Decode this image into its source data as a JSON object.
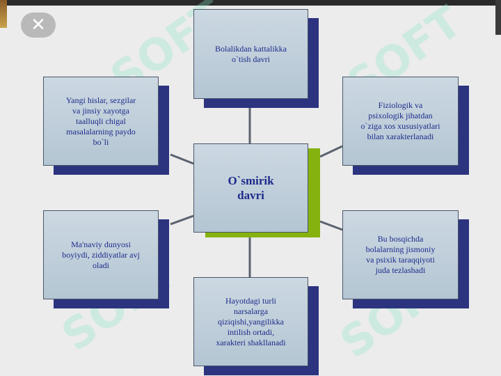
{
  "diagram": {
    "center": {
      "label": "O`smirik\ndavri"
    },
    "nodes": [
      {
        "id": "top",
        "label": "Bolalikdan kattalikka\no`tish davri"
      },
      {
        "id": "top-right",
        "label": "Fiziologik va\npsixologik jihatdan\no`ziga xos xususiyatlari\nbilan xarakterlanadi"
      },
      {
        "id": "bottom-right",
        "label": "Bu bosqichda\nbolalarning jismoniy\nva psixik taraqqiyoti\njuda tezlashadi"
      },
      {
        "id": "bottom",
        "label": "Hayotdagi turli\nnarsalarga\nqiziqishi,yangilikka\nintilish ortadi,\nxarakteri shakllanadi"
      },
      {
        "id": "bottom-left",
        "label": "Ma'naviy dunyosi\nboyiydi, ziddiyatlar avj\noladi"
      },
      {
        "id": "top-left",
        "label": "Yangi hislar, sezgilar\nva jinsiy xayotga\ntaalluqli chigal\nmasalalarning paydo\nbo`li"
      }
    ]
  },
  "watermark": {
    "text": "SOFT"
  },
  "controls": {
    "close_icon": "close-icon"
  },
  "colors": {
    "box_fill": "#c2d2de",
    "box_text": "#1c2a8a",
    "box_shadow": "#2c3480",
    "center_accent": "#86b20f",
    "connector": "#5a626e",
    "background": "#ececec"
  }
}
